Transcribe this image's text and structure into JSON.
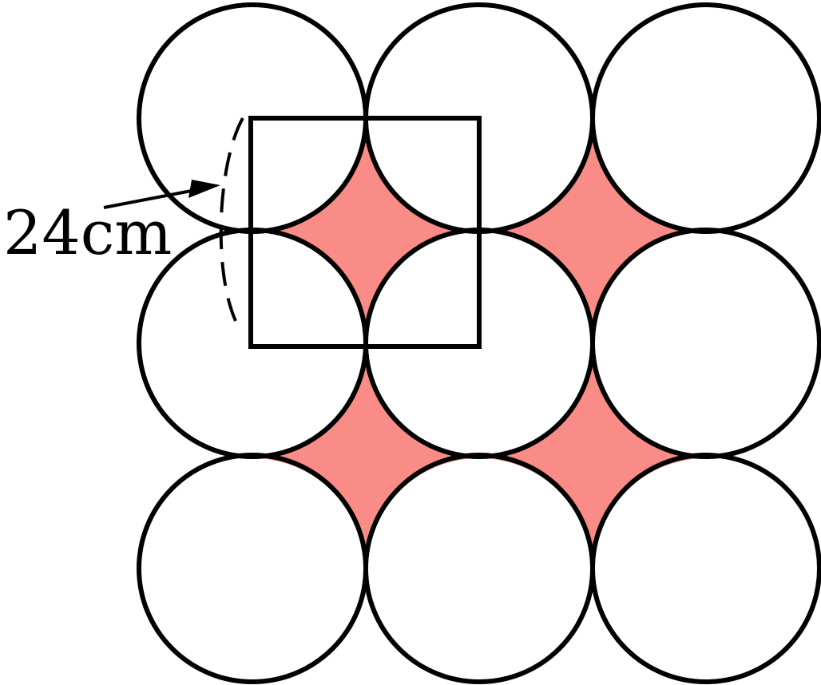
{
  "diagram": {
    "dimension_label": "24cm",
    "colors": {
      "stroke": "#000000",
      "background": "#ffffff",
      "shaded_region": "#f98c87"
    },
    "grid": {
      "rows": 3,
      "cols": 3
    },
    "shaded_gaps": 4
  }
}
